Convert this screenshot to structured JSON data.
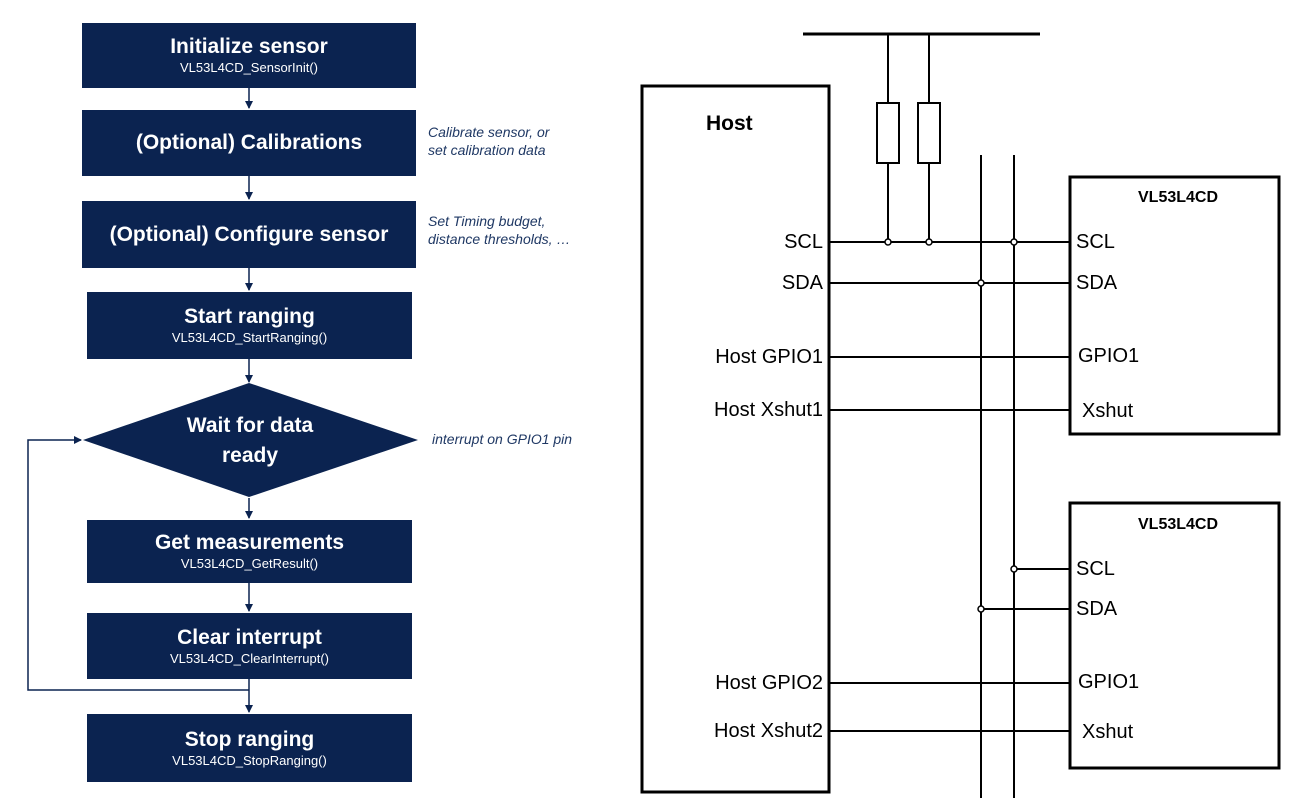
{
  "flowchart": {
    "steps": [
      {
        "title": "Initialize sensor",
        "sub": "VL53L4CD_SensorInit()"
      },
      {
        "title": "(Optional) Calibrations",
        "sub": ""
      },
      {
        "title": "(Optional) Configure sensor",
        "sub": ""
      },
      {
        "title": "Start ranging",
        "sub": "VL53L4CD_StartRanging()"
      },
      {
        "title": "Get measurements",
        "sub": "VL53L4CD_GetResult()"
      },
      {
        "title": "Clear interrupt",
        "sub": "VL53L4CD_ClearInterrupt()"
      },
      {
        "title": "Stop ranging",
        "sub": "VL53L4CD_StopRanging()"
      }
    ],
    "decision": {
      "line1": "Wait for data",
      "line2": "ready"
    },
    "notes": {
      "calibrations": [
        "Calibrate sensor, or",
        "set calibration data"
      ],
      "configure": [
        "Set Timing budget,",
        "distance thresholds, …"
      ],
      "decision": "interrupt on GPIO1 pin"
    }
  },
  "schematic": {
    "host": {
      "title": "Host",
      "pins": [
        "SCL",
        "SDA",
        "Host GPIO1",
        "Host Xshut1",
        "Host GPIO2",
        "Host Xshut2"
      ]
    },
    "chips": [
      {
        "title": "VL53L4CD",
        "pins": [
          "SCL",
          "SDA",
          "GPIO1",
          "Xshut"
        ]
      },
      {
        "title": "VL53L4CD",
        "pins": [
          "SCL",
          "SDA",
          "GPIO1",
          "Xshut"
        ]
      }
    ]
  }
}
